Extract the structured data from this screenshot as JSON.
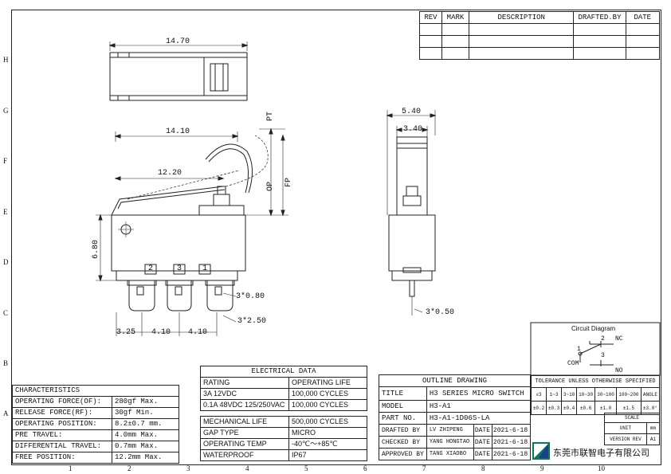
{
  "frame": {
    "row_letters": [
      "H",
      "G",
      "F",
      "E",
      "D",
      "C",
      "B",
      "A"
    ],
    "col_numbers": [
      "1",
      "2",
      "3",
      "4",
      "5",
      "6",
      "7",
      "8",
      "9",
      "10"
    ]
  },
  "revision_table": {
    "headers": [
      "REV",
      "MARK",
      "DESCRIPTION",
      "DRAFTED.BY",
      "DATE"
    ],
    "rows": [
      [
        "",
        "",
        "",
        "",
        ""
      ],
      [
        "",
        "",
        "",
        "",
        ""
      ],
      [
        "",
        "",
        "",
        "",
        ""
      ]
    ]
  },
  "dimensions": {
    "top_length": "14.70",
    "body_length": "14.10",
    "op_length": "12.20",
    "height": "6.80",
    "pin_pitch_1": "3.25",
    "pin_pitch_2": "4.10",
    "pin_pitch_3": "4.10",
    "pin_thickness": "3*0.80",
    "pin_width": "3*2.50",
    "side_width_outer": "5.40",
    "side_width_inner": "3.40",
    "side_pin": "3*0.50",
    "pt_label": "PT",
    "op_label": "OP",
    "fp_label": "FP",
    "pin_numbers": [
      "2",
      "3",
      "1"
    ]
  },
  "characteristics": {
    "header": "CHARACTERISTICS",
    "rows": [
      {
        "label": "OPERATING FORCE(OF):",
        "value": "280gf Max."
      },
      {
        "label": "RELEASE FORCE(RF):",
        "value": "30gf Min."
      },
      {
        "label": "OPERATING POSITION:",
        "value": "8.2±0.7 mm."
      },
      {
        "label": "PRE TRAVEL:",
        "value": "4.0mm Max."
      },
      {
        "label": "DIFFERENTIAL TRAVEL:",
        "value": "0.7mm Max."
      },
      {
        "label": "FREE POSITION:",
        "value": "12.2mm Max."
      }
    ]
  },
  "electrical": {
    "header": "ELECTRICAL DATA",
    "col_rating": "RATING",
    "col_life": "OPERATING LIFE",
    "rows": [
      {
        "rating": "3A 12VDC",
        "life": "100,000 CYCLES"
      },
      {
        "rating": "0.1A 48VDC 125/250VAC",
        "life": "100,000 CYCLES"
      }
    ],
    "specs": [
      {
        "label": "MECHANICAL LIFE",
        "value": "500,000 CYCLES"
      },
      {
        "label": "GAP TYPE",
        "value": "MICRO"
      },
      {
        "label": "OPERATING TEMP",
        "value": "-40℃～+85℃"
      },
      {
        "label": "WATERPROOF",
        "value": "IP67"
      }
    ]
  },
  "circuit": {
    "title": "Circuit Diagram",
    "pin2": "2",
    "nc": "NC",
    "pin1": "1",
    "com": "COM",
    "pin3": "3",
    "no": "NO"
  },
  "tolerance": {
    "header": "TOLERANCE UNLESS OTHERWISE SPECIFIED",
    "ranges": [
      "≤3",
      "1~3",
      "3~10",
      "10~30",
      "30~100",
      "100~200",
      "ANGLE"
    ],
    "values": [
      "±0.2",
      "±0.3",
      "±0.4",
      "±0.6",
      "±1.0",
      "±1.5",
      "±3.0°"
    ],
    "scale_label": "SCALE",
    "unit_label": "UNIT",
    "unit_value": "mm",
    "version_label": "VERSION REV",
    "version_value": "A1"
  },
  "title_block": {
    "heading": "OUTLINE DRAWING",
    "title_label": "TITLE",
    "title_value": "H3 SERIES MICRO SWITCH",
    "model_label": "MODEL",
    "model_value": "H3-A1",
    "part_label": "PART NO.",
    "part_value": "H3-A1-1D06S-LA",
    "drafted_label": "DRAFTED BY",
    "drafted_value": "LV ZHIPENG",
    "checked_label": "CHECKED BY",
    "checked_value": "YANG HONGTAO",
    "approved_label": "APPROVED BY",
    "approved_value": "TANG XIAOBO",
    "date_label": "DATE",
    "date_value": "2021-6-18",
    "company": "东莞市联智电子有限公司"
  }
}
